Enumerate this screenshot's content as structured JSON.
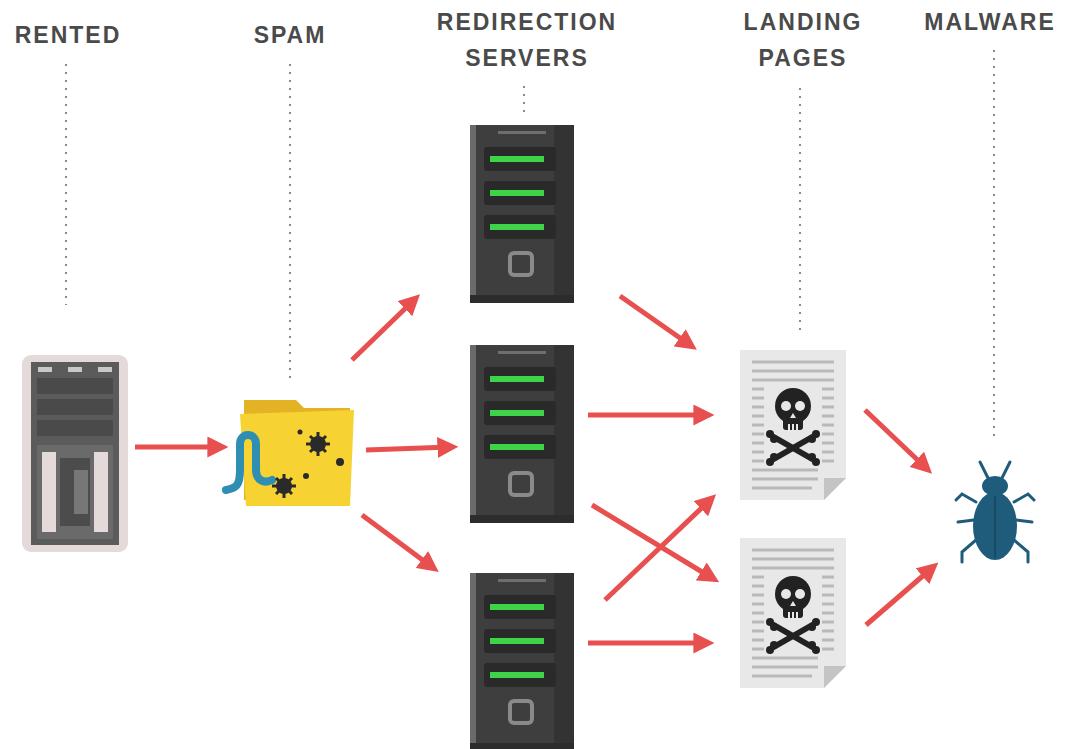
{
  "diagram": {
    "labels": [
      "RENTED",
      "SPAM",
      "REDIRECTION SERVERS",
      "LANDING PAGES",
      "MALWARE"
    ]
  }
}
